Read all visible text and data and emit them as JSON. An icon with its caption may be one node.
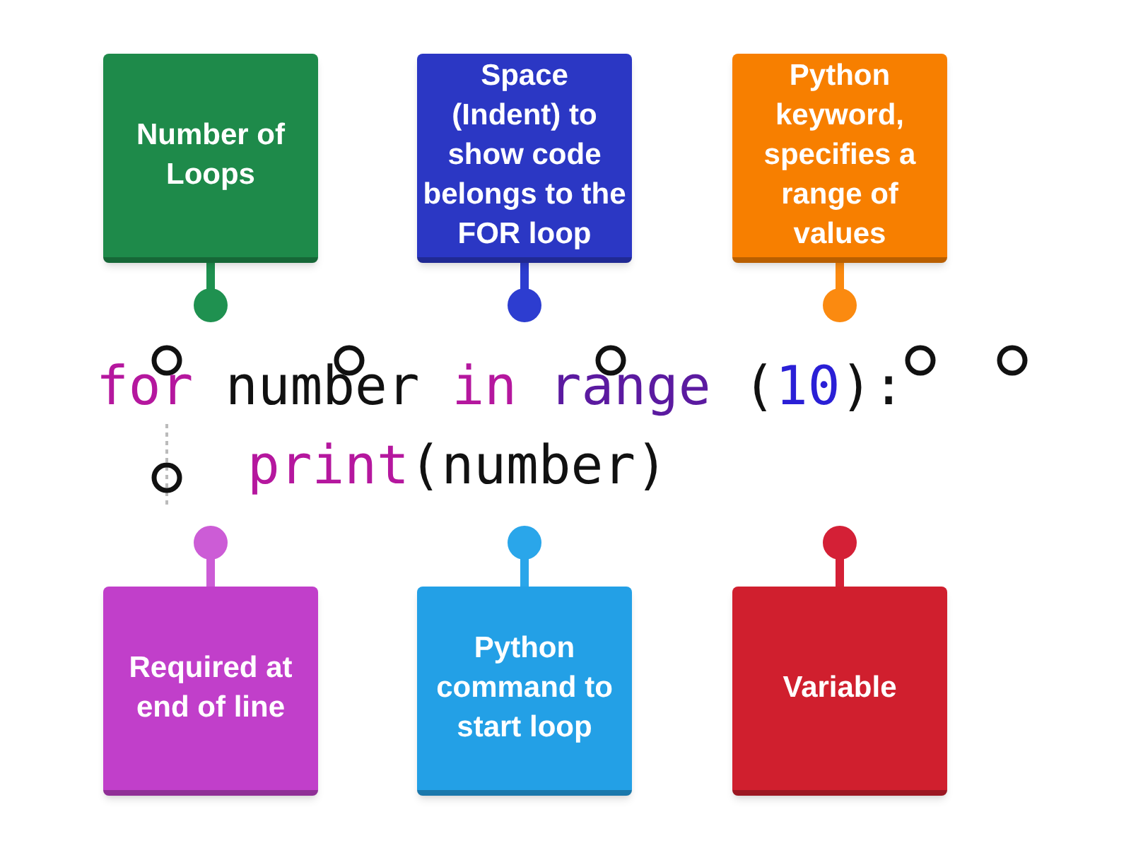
{
  "diagram": {
    "nodes": [
      {
        "text": [
          "Number of Loops"
        ]
      },
      {
        "text": [
          "Space (Indent) to show code belongs to the FOR loop"
        ]
      },
      {
        "text": [
          "Python keyword, specifies a range of values"
        ]
      },
      {
        "text": [
          "Required at end of line"
        ]
      },
      {
        "text": [
          "Python command to start loop"
        ]
      },
      {
        "text": [
          "Variable"
        ]
      }
    ],
    "labels": [
      "for number in range (10):",
      "print(number)"
    ]
  }
}
